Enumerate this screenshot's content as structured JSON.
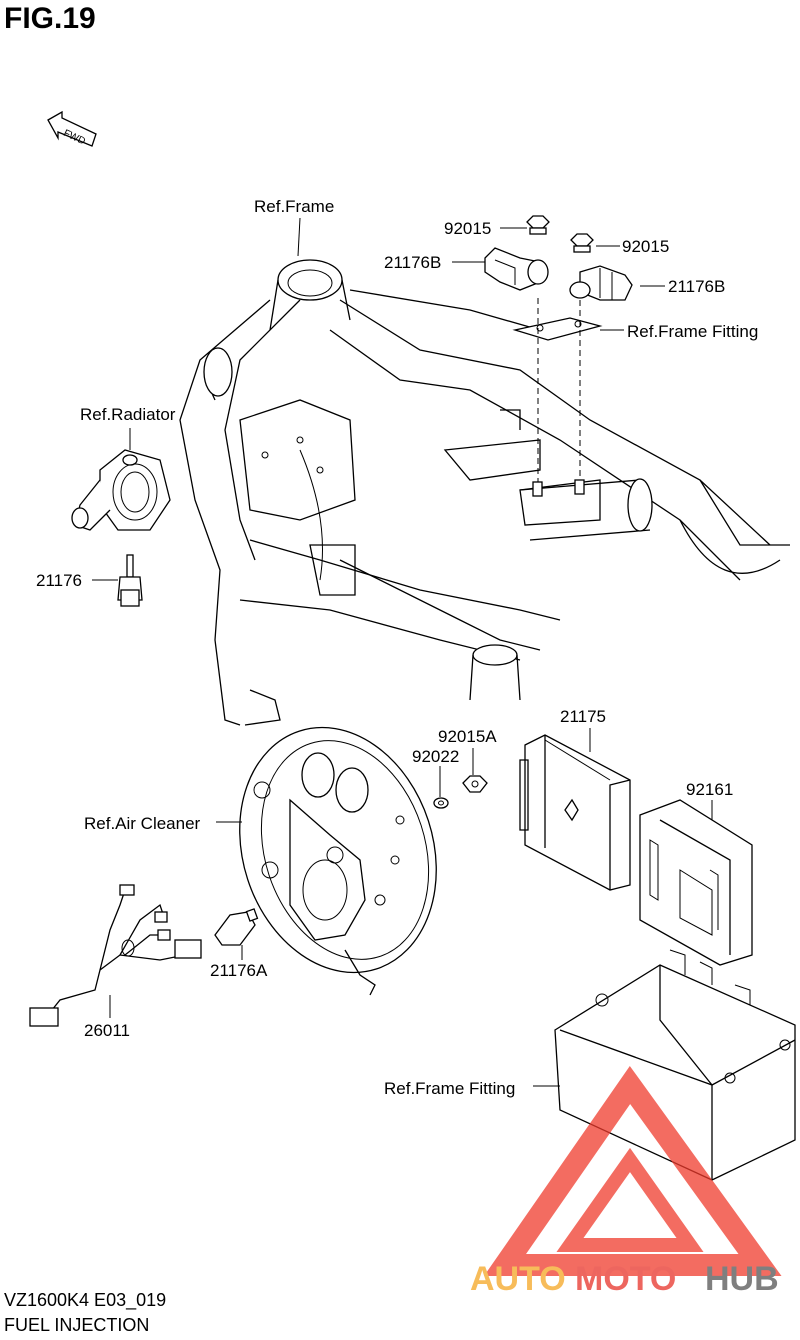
{
  "figure": {
    "title": "FIG.19"
  },
  "fwd_label": "FWD",
  "labels": {
    "ref_frame": "Ref.Frame",
    "p92015_a": "92015",
    "p92015_b": "92015",
    "p21176b_a": "21176B",
    "p21176b_b": "21176B",
    "ref_frame_fitting_top": "Ref.Frame Fitting",
    "ref_radiator": "Ref.Radiator",
    "p21176": "21176",
    "p21175": "21175",
    "p92015a": "92015A",
    "p92022": "92022",
    "p92161": "92161",
    "ref_air_cleaner": "Ref.Air Cleaner",
    "p21176a": "21176A",
    "p26011": "26011",
    "ref_frame_fitting_bottom": "Ref.Frame Fitting"
  },
  "footer": {
    "model_code": "VZ1600K4 E03_019",
    "section": "FUEL INJECTION"
  },
  "watermark": {
    "part1": "AUTO",
    "part2": "MOTO",
    "part3": "HUB",
    "colors": {
      "orange": "#f5a623",
      "red": "#e8342a",
      "gray": "#555555",
      "triangle": "#ef3b2d"
    }
  }
}
